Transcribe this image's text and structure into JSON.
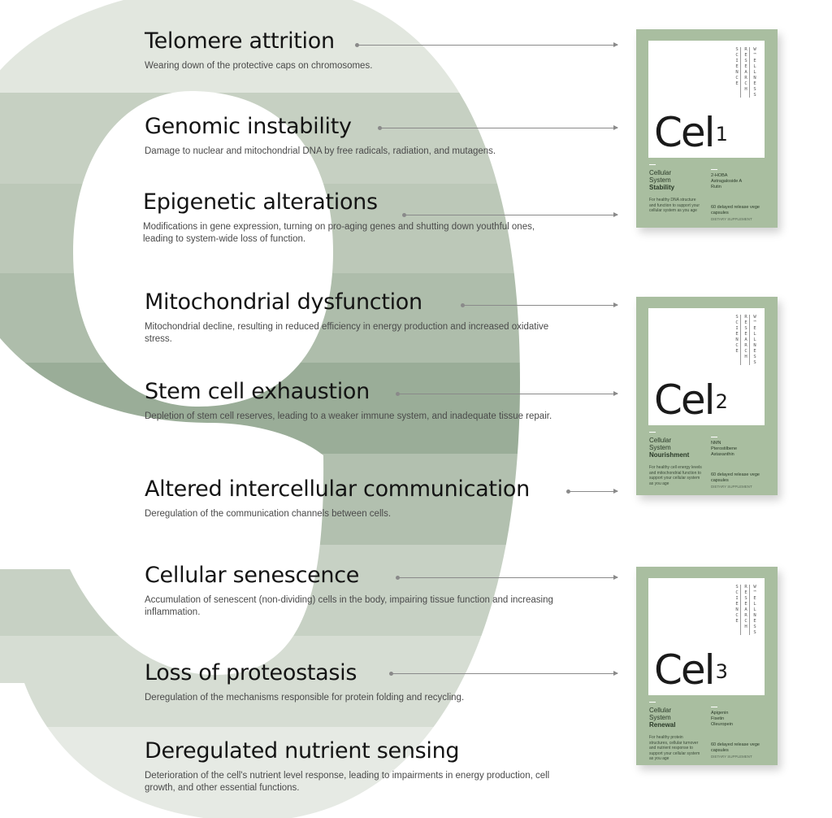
{
  "hallmarks": [
    {
      "title": "Telomere attrition",
      "desc": "Wearing down of the protective caps on chromosomes."
    },
    {
      "title": "Genomic instability",
      "desc": "Damage to nuclear and mitochondrial DNA by free radicals, radiation, and mutagens."
    },
    {
      "title": "Epigenetic alterations",
      "desc": "Modifications in gene expression, turning on pro-aging genes and shutting down youthful ones, leading to system-wide loss of function."
    },
    {
      "title": "Mitochondrial dysfunction",
      "desc": "Mitochondrial decline, resulting in reduced efficiency in energy production and increased oxidative stress."
    },
    {
      "title": "Stem cell exhaustion",
      "desc": "Depletion of stem cell reserves, leading to a weaker immune system, and inadequate tissue repair."
    },
    {
      "title": "Altered intercellular communication",
      "desc": "Deregulation of the communication channels between cells."
    },
    {
      "title": "Cellular senescence",
      "desc": "Accumulation of senescent (non-dividing) cells in the body, impairing tissue function and increasing inflammation."
    },
    {
      "title": "Loss of proteostasis",
      "desc": "Deregulation of the mechanisms responsible for protein folding and recycling."
    },
    {
      "title": "Deregulated nutrient sensing",
      "desc": "Deterioration of the cell's nutrient level response, leading to impairments in energy production, cell growth, and other essential functions."
    }
  ],
  "products": [
    {
      "brand_cols": [
        "SCIENCE",
        "RESEARCH",
        "W™ELLNESS"
      ],
      "cel": "Cel",
      "num": "1",
      "name_lines": [
        "Cellular",
        "System"
      ],
      "name_bold": "Stability",
      "ingredients": [
        "2-HOBA",
        "Astragaloside A",
        "Rutin"
      ],
      "desc": "For healthy DNA structure and function to support your cellular system as you age",
      "caps": "60 delayed release vege capsules",
      "caps_note": "DIETARY SUPPLEMENT"
    },
    {
      "brand_cols": [
        "SCIENCE",
        "RESEARCH",
        "W™ELLNESS"
      ],
      "cel": "Cel",
      "num": "2",
      "name_lines": [
        "Cellular",
        "System"
      ],
      "name_bold": "Nourishment",
      "ingredients": [
        "NMN",
        "Pterostilbene",
        "Astaxanthin"
      ],
      "desc": "For healthy cell energy levels and mitochondrial function to support your cellular system as you age",
      "caps": "60 delayed release vege capsules",
      "caps_note": "DIETARY SUPPLEMENT"
    },
    {
      "brand_cols": [
        "SCIENCE",
        "RESEARCH",
        "W™ELLNESS"
      ],
      "cel": "Cel",
      "num": "3",
      "name_lines": [
        "Cellular",
        "System"
      ],
      "name_bold": "Renewal",
      "ingredients": [
        "Apigenin",
        "Fisetin",
        "Oleuropein"
      ],
      "desc": "For healthy protein structures, cellular turnover and nutrient response to support your cellular system as you age",
      "caps": "60 delayed release vege capsules",
      "caps_note": "DIETARY SUPPLEMENT"
    }
  ],
  "colors": {
    "band_light": "#dde3da",
    "band_mid": "#b7c4b3",
    "band_dark": "#95a893",
    "box": "#a9bea0",
    "arrow": "#8a8a8a"
  }
}
